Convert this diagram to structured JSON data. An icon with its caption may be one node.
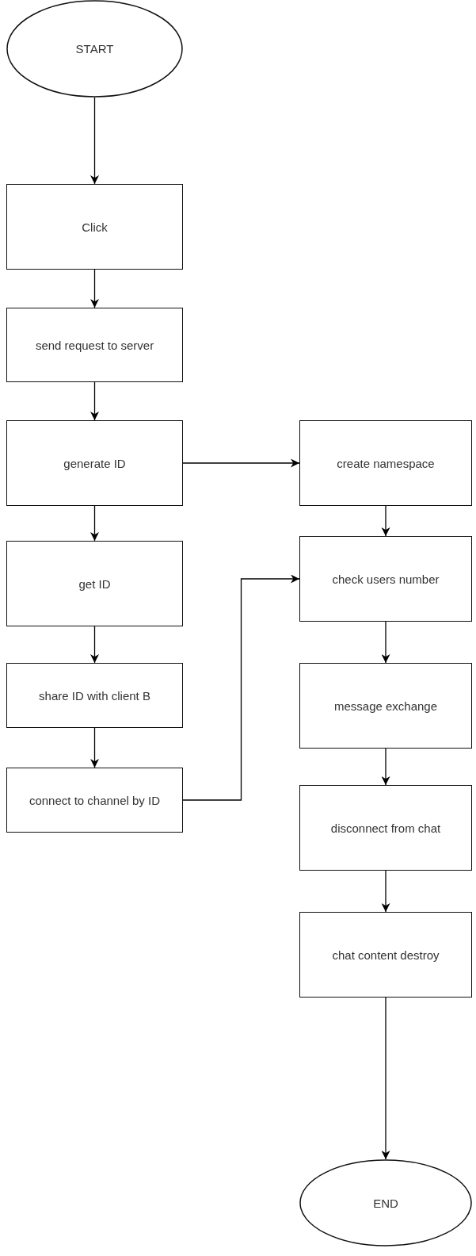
{
  "diagram": {
    "nodes": [
      {
        "text": [
          "START"
        ]
      },
      {
        "text": [
          "Click"
        ]
      },
      {
        "text": [
          "send request to server"
        ]
      },
      {
        "text": [
          "generate ID"
        ]
      },
      {
        "text": [
          "get ID"
        ]
      },
      {
        "text": [
          "share ID with client B"
        ]
      },
      {
        "text": [
          "connect to channel by ID"
        ]
      },
      {
        "text": [
          "create namespace"
        ]
      },
      {
        "text": [
          "check users number"
        ]
      },
      {
        "text": [
          "message exchange"
        ]
      },
      {
        "text": [
          "disconnect from chat"
        ]
      },
      {
        "text": [
          "chat content destroy"
        ]
      },
      {
        "text": [
          "END"
        ]
      }
    ],
    "edges": [
      {
        "from": 0,
        "to": 1,
        "arrow": "to"
      },
      {
        "from": 1,
        "to": 2,
        "arrow": "to"
      },
      {
        "from": 2,
        "to": 3,
        "arrow": "to"
      },
      {
        "from": 3,
        "to": 7,
        "arrow": "to"
      },
      {
        "from": 3,
        "to": 4,
        "arrow": "to"
      },
      {
        "from": 4,
        "to": 5,
        "arrow": "to"
      },
      {
        "from": 5,
        "to": 6,
        "arrow": "to"
      },
      {
        "from": 6,
        "to": 8,
        "arrow": "to"
      },
      {
        "from": 7,
        "to": 8,
        "arrow": "to"
      },
      {
        "from": 8,
        "to": 9,
        "arrow": "to"
      },
      {
        "from": 9,
        "to": 10,
        "arrow": "to"
      },
      {
        "from": 10,
        "to": 11,
        "arrow": "to"
      },
      {
        "from": 11,
        "to": 12,
        "arrow": "to"
      }
    ]
  }
}
